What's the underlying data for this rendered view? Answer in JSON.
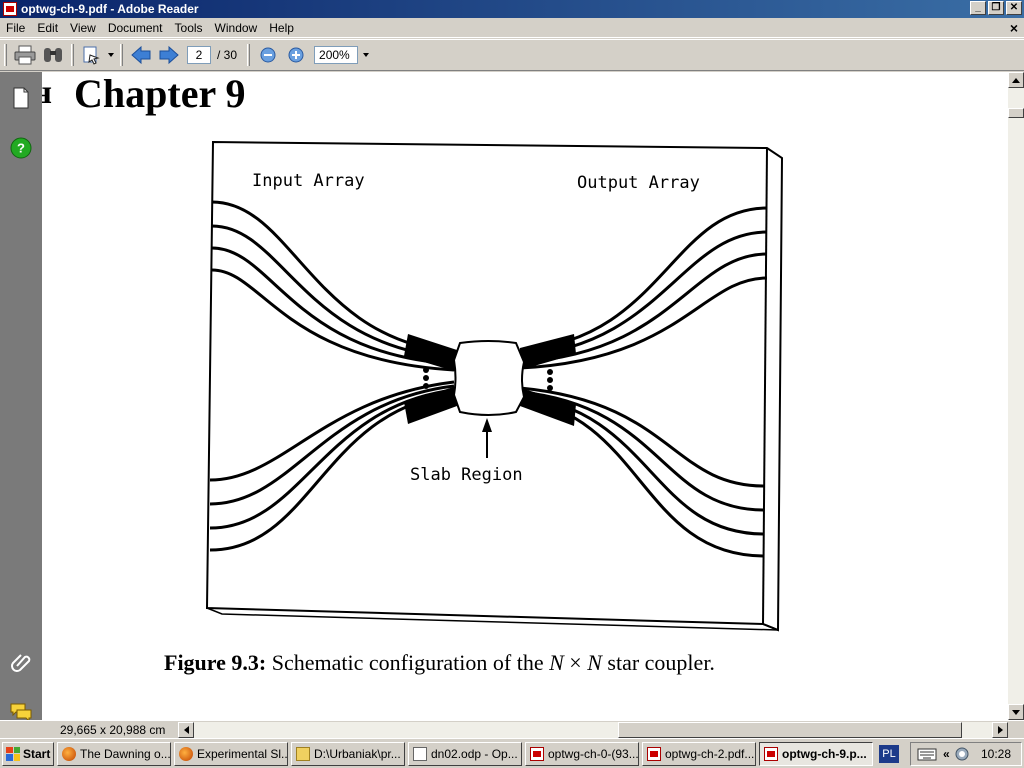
{
  "window": {
    "title": "optwg-ch-9.pdf - Adobe Reader"
  },
  "menu": {
    "items": [
      "File",
      "Edit",
      "View",
      "Document",
      "Tools",
      "Window",
      "Help"
    ],
    "close_glyph": "×"
  },
  "toolbar": {
    "page_current": "2",
    "page_total": "30",
    "zoom": "200%"
  },
  "document": {
    "chapter_heading": "Chapter 9",
    "figure_labels": {
      "input": "Input Array",
      "output": "Output Array",
      "slab": "Slab Region"
    },
    "caption": {
      "number": "Figure 9.3:",
      "text_a": "Schematic configuration of the ",
      "n1": "N",
      "times": " × ",
      "n2": "N",
      "text_b": " star coupler."
    }
  },
  "status": {
    "page_size": "29,665 x 20,988 cm"
  },
  "taskbar": {
    "start": "Start",
    "tasks": [
      "The Dawning o...",
      "Experimental Sl...",
      "D:\\Urbaniak\\pr...",
      "dn02.odp - Op...",
      "optwg-ch-0-(93...",
      "optwg-ch-2.pdf...",
      "optwg-ch-9.p..."
    ],
    "lang": "PL",
    "tray_chevron": "«",
    "clock": "10:28"
  },
  "colors": {
    "titlebar": "#0a246a",
    "navpanel": "#7a7a7a",
    "help_icon": "#22aa22"
  }
}
